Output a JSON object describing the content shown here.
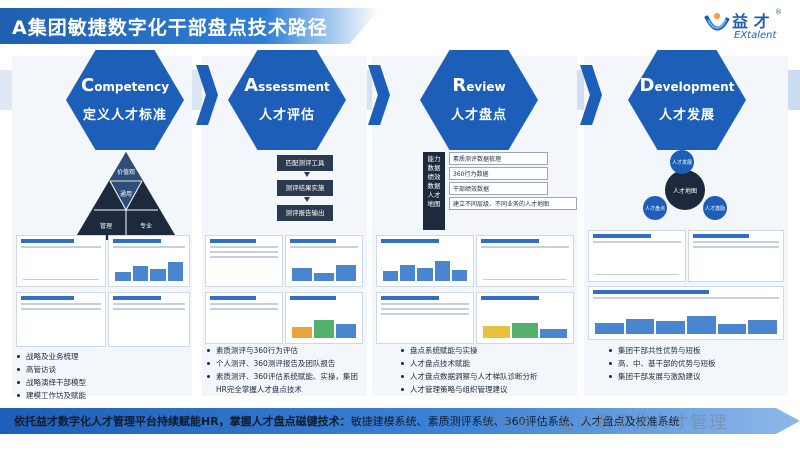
{
  "header": {
    "title": "A集团敏捷数字化干部盘点技术路径"
  },
  "logo": {
    "name": "益 才",
    "sub": "EXtalent",
    "reg": "®"
  },
  "stages": [
    {
      "letter": "C",
      "rest": "ompetency",
      "cn": "定义人才标准"
    },
    {
      "letter": "A",
      "rest": "ssessment",
      "cn": "人才评估"
    },
    {
      "letter": "R",
      "rest": "eview",
      "cn": "人才盘点"
    },
    {
      "letter": "D",
      "rest": "evelopment",
      "cn": "人才发展"
    }
  ],
  "competency": {
    "tri": [
      "价值观",
      "通用",
      "管理",
      "专业"
    ]
  },
  "assessment": {
    "steps": [
      "匹配测评工具",
      "测评结果实施",
      "测评报告输出"
    ]
  },
  "review": {
    "side": [
      "能力",
      "数据",
      "绩效",
      "数据",
      "人才",
      "地图"
    ],
    "items": [
      "素质测评数据梳理",
      "360行为数据",
      "干部绩效数据",
      "建立不同层级、不同业务的人才地图"
    ]
  },
  "development": {
    "center": "人才地图",
    "nodes": [
      "人才发展",
      "人才盘点",
      "人才激励"
    ]
  },
  "bullets": {
    "c": [
      "战略及业务梳理",
      "高管访谈",
      "战略演绎干部模型",
      "建模工作坊及赋能"
    ],
    "a": [
      "素质测评与360行为评估",
      "个人测评、360测评报告及团队报告",
      "素质测评、360评估系统赋能、实操，集团HR完全掌握人才盘点技术"
    ],
    "r": [
      "盘点系统赋能与实操",
      "人才盘点技术赋能",
      "人才盘点数据洞察与人才梯队诊断分析",
      "人才管理策略与组织管理建议"
    ],
    "d": [
      "集团干部共性优势与短板",
      "高、中、基干部的优势与短板",
      "集团干部发展与激励建议"
    ]
  },
  "bottom": {
    "bold": "依托益才数字化人才管理平台持续赋能HR，掌握人才盘点磁键技术：",
    "normal": "敏捷建模系统、素质测评系统、360评估系统、人才盘点及校准系统",
    "watermark": "公众号 · 益才数字化人才管理"
  },
  "colors": {
    "primary": "#1d5fb8",
    "dark": "#1d2a3d"
  }
}
